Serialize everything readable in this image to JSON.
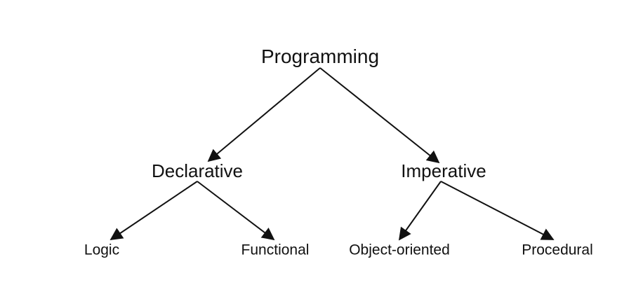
{
  "nodes": {
    "root": "Programming",
    "declarative": "Declarative",
    "imperative": "Imperative",
    "logic": "Logic",
    "functional": "Functional",
    "object_oriented": "Object-oriented",
    "procedural": "Procedural"
  },
  "edges": [
    {
      "from": "root",
      "to": "declarative"
    },
    {
      "from": "root",
      "to": "imperative"
    },
    {
      "from": "declarative",
      "to": "logic"
    },
    {
      "from": "declarative",
      "to": "functional"
    },
    {
      "from": "imperative",
      "to": "object_oriented"
    },
    {
      "from": "imperative",
      "to": "procedural"
    }
  ],
  "colors": {
    "text": "#111111",
    "edge": "#111111",
    "background": "#ffffff"
  }
}
